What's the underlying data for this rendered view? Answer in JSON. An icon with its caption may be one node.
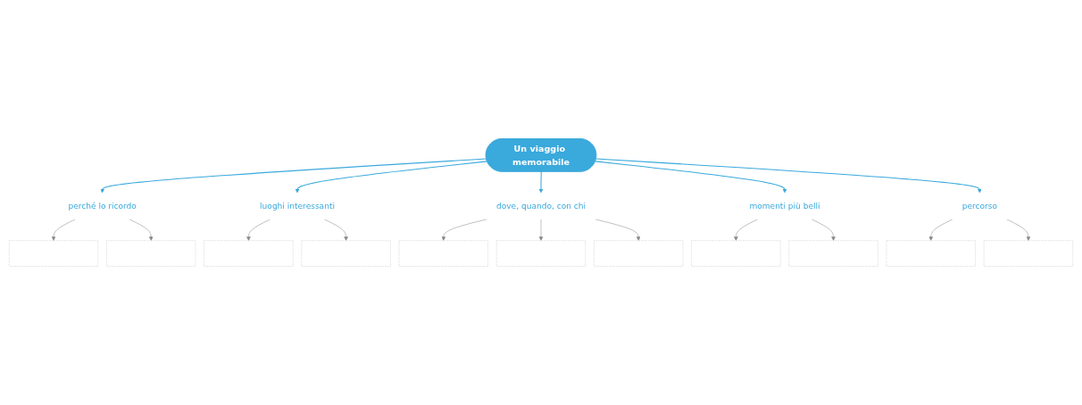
{
  "diagram": {
    "nodes": [
      {
        "text": [
          "Un viaggio memorabile"
        ]
      },
      {
        "text": [
          "perché lo ricordo"
        ]
      },
      {
        "text": [],
        "shape": "line"
      },
      {
        "text": [],
        "shape": "line"
      },
      {
        "text": [
          "luoghi interessanti"
        ]
      },
      {
        "text": [],
        "shape": "line"
      },
      {
        "text": [],
        "shape": "line"
      },
      {
        "text": [
          "dove, quando, con chi"
        ]
      },
      {
        "text": [],
        "shape": "line"
      },
      {
        "text": [],
        "shape": "line"
      },
      {
        "text": [],
        "shape": "line"
      },
      {
        "text": [
          "momenti più belli"
        ]
      },
      {
        "text": [],
        "shape": "line"
      },
      {
        "text": [],
        "shape": "line"
      },
      {
        "text": [
          "percorso"
        ]
      },
      {
        "text": [],
        "shape": "line"
      },
      {
        "text": [],
        "shape": "line"
      }
    ],
    "edges": [
      {
        "from": 0,
        "to": 1,
        "arrow": "to",
        "color": "#3aa9dc"
      },
      {
        "from": 0,
        "to": 4,
        "arrow": "to",
        "color": "#3aa9dc"
      },
      {
        "from": 0,
        "to": 7,
        "arrow": "to",
        "color": "#3aa9dc"
      },
      {
        "from": 0,
        "to": 11,
        "arrow": "to",
        "color": "#3aa9dc"
      },
      {
        "from": 0,
        "to": 14,
        "arrow": "to",
        "color": "#3aa9dc"
      },
      {
        "from": 1,
        "to": 2,
        "arrow": "to"
      },
      {
        "from": 1,
        "to": 3,
        "arrow": "to"
      },
      {
        "from": 4,
        "to": 5,
        "arrow": "to"
      },
      {
        "from": 4,
        "to": 6,
        "arrow": "to"
      },
      {
        "from": 7,
        "to": 8,
        "arrow": "to"
      },
      {
        "from": 7,
        "to": 9,
        "arrow": "to"
      },
      {
        "from": 7,
        "to": 10,
        "arrow": "to"
      },
      {
        "from": 11,
        "to": 12,
        "arrow": "to"
      },
      {
        "from": 11,
        "to": 13,
        "arrow": "to"
      },
      {
        "from": 14,
        "to": 15,
        "arrow": "to"
      },
      {
        "from": 14,
        "to": 16,
        "arrow": "to"
      }
    ]
  }
}
